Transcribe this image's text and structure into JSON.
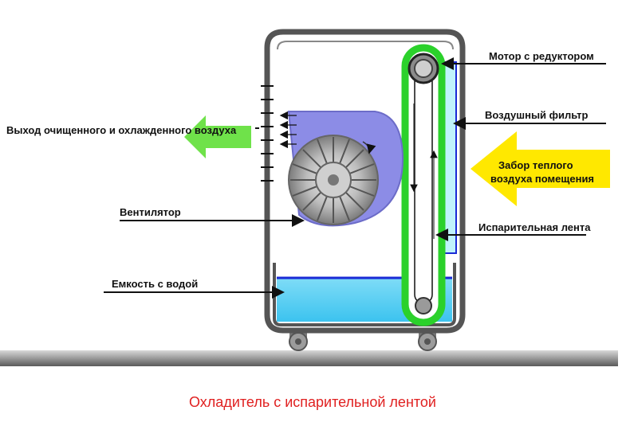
{
  "labels": {
    "motor": "Мотор с редуктором",
    "filter": "Воздушный фильтр",
    "outlet": "Выход очищенного и охлажденного воздуха",
    "intake_line1": "Забор теплого",
    "intake_line2": "воздуха помещения",
    "fan": "Вентилятор",
    "belt": "Испарительная лента",
    "tank": "Емкость с водой"
  },
  "caption": "Охладитель с испарительной лентой",
  "colors": {
    "outlet_arrow": "#6fe24a",
    "intake_arrow": "#ffe800",
    "belt": "#2bd12b",
    "filter": "#bff3fb",
    "water": "#5fd2f5",
    "fan_housing": "#8c8ce6",
    "floor": "#8a8a8a",
    "caption": "#e02020"
  }
}
